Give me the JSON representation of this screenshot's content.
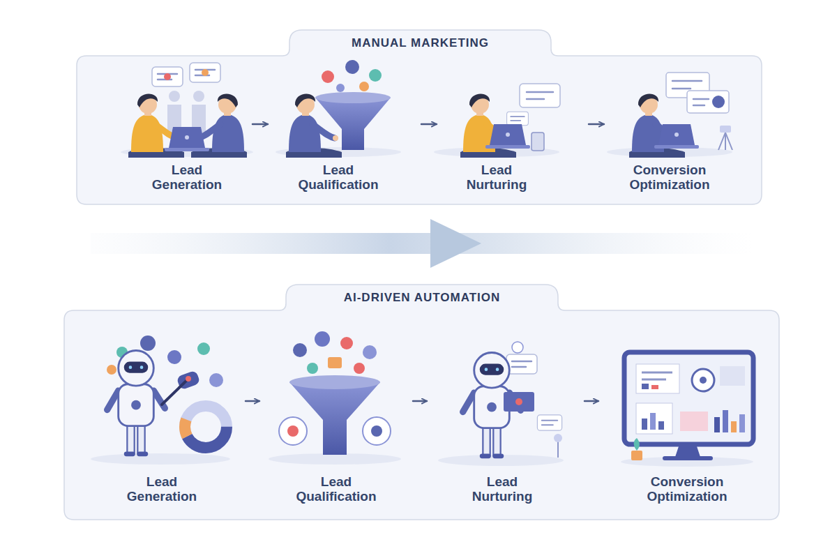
{
  "diagram": {
    "nodes": [
      {
        "text": [
          "MANUAL MARKETING"
        ]
      },
      {
        "text": [
          "Lead Generation"
        ],
        "in": 0
      },
      {
        "text": [
          "Lead Qualification"
        ],
        "in": 0
      },
      {
        "text": [
          "Lead Nurturing"
        ],
        "in": 0
      },
      {
        "text": [
          "Conversion Optimization"
        ],
        "in": 0
      },
      {
        "text": [
          "AI-DRIVEN AUTOMATION"
        ]
      },
      {
        "text": [
          "Lead Generation"
        ],
        "in": 5
      },
      {
        "text": [
          "Lead Qualification"
        ],
        "in": 5
      },
      {
        "text": [
          "Lead Nurturing"
        ],
        "in": 5
      },
      {
        "text": [
          "Conversion Optimization"
        ],
        "in": 5
      }
    ],
    "edges": [
      {
        "from": 1,
        "to": 2,
        "arrow": "to"
      },
      {
        "from": 2,
        "to": 3,
        "arrow": "to"
      },
      {
        "from": 3,
        "to": 4,
        "arrow": "to"
      },
      {
        "from": 6,
        "to": 7,
        "arrow": "to"
      },
      {
        "from": 7,
        "to": 8,
        "arrow": "to"
      },
      {
        "from": 8,
        "to": 9,
        "arrow": "to"
      }
    ]
  }
}
